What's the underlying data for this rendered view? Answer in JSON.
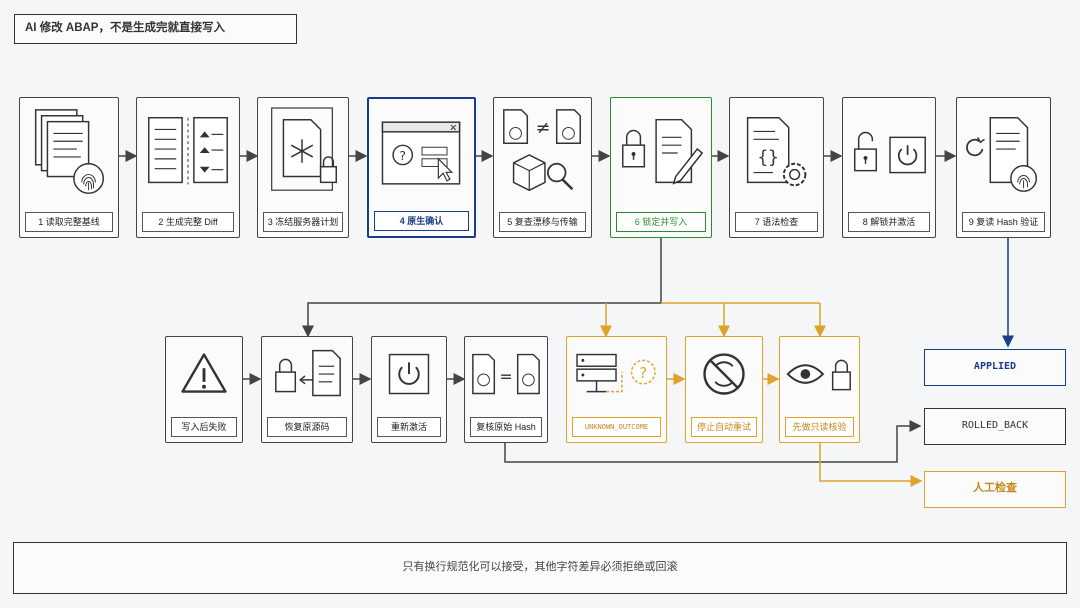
{
  "title": "AI 修改 ABAP，不是生成完就直接写入",
  "top_steps": [
    {
      "label": "1 读取完整基线"
    },
    {
      "label": "2 生成完整 Diff"
    },
    {
      "label": "3 冻结服务器计划"
    },
    {
      "label": "4 原生确认"
    },
    {
      "label": "5 复查漂移与传输"
    },
    {
      "label": "6 锁定并写入"
    },
    {
      "label": "7 语法检查"
    },
    {
      "label": "8 解锁并激活"
    },
    {
      "label": "9 复读 Hash 验证"
    }
  ],
  "bottom_steps": [
    {
      "label": "写入后失败"
    },
    {
      "label": "恢复原源码"
    },
    {
      "label": "重新激活"
    },
    {
      "label": "复核原始 Hash"
    },
    {
      "label": "UNKNOWN_OUTCOME"
    },
    {
      "label": "停止自动重试"
    },
    {
      "label": "先做只读核验"
    }
  ],
  "outcomes": {
    "applied": "APPLIED",
    "rolled_back": "ROLLED_BACK",
    "manual": "人工检查"
  },
  "footer": "只有换行规范化可以接受，其他字符差异必须拒绝或回滚",
  "colors": {
    "blue": "#1a3d8a",
    "green": "#2f8a2f",
    "orange": "#e0a22a",
    "dark": "#333333"
  }
}
